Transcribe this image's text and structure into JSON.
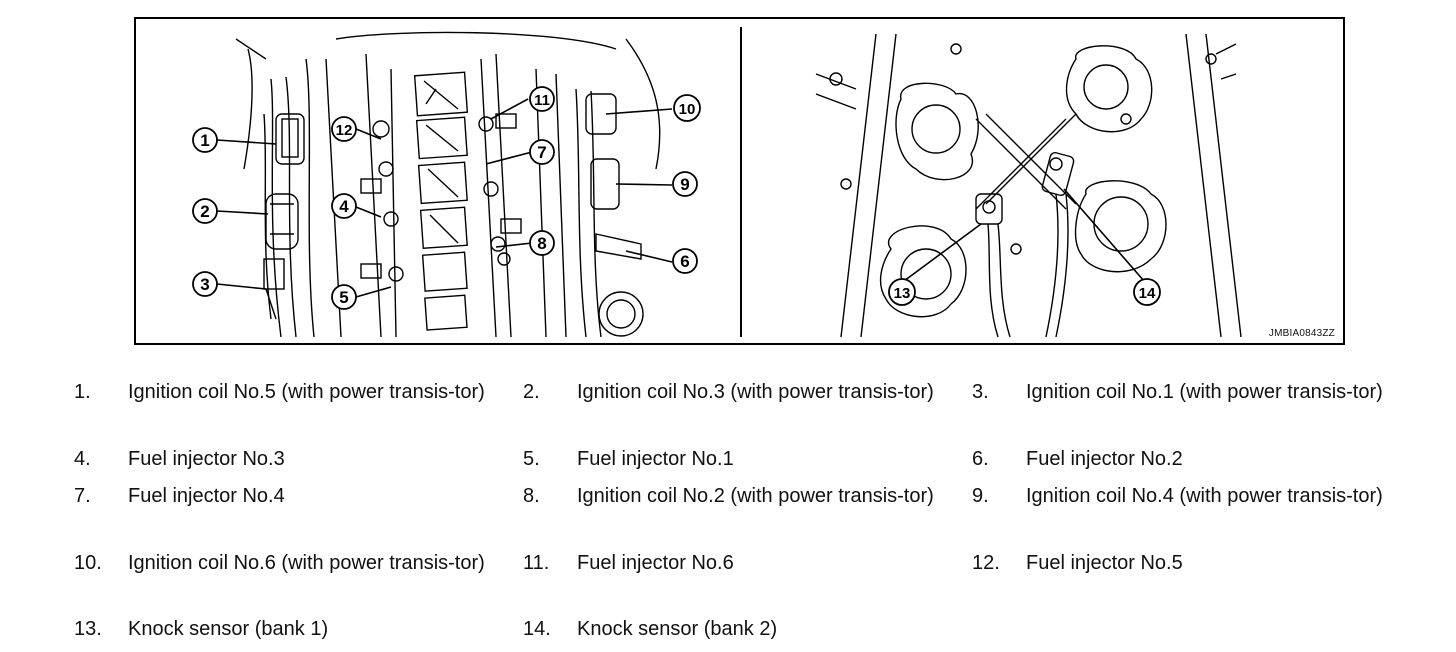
{
  "figure": {
    "id_label": "JMBIA0843ZZ",
    "callouts": [
      "1",
      "2",
      "3",
      "4",
      "5",
      "6",
      "7",
      "8",
      "9",
      "10",
      "11",
      "12",
      "13",
      "14"
    ]
  },
  "legend": [
    {
      "num": "1.",
      "text": "Ignition coil No.5 (with power transis-tor)"
    },
    {
      "num": "2.",
      "text": "Ignition coil No.3 (with power transis-tor)"
    },
    {
      "num": "3.",
      "text": "Ignition coil No.1 (with power transis-tor)"
    },
    {
      "num": "4.",
      "text": "Fuel injector No.3"
    },
    {
      "num": "5.",
      "text": "Fuel injector No.1"
    },
    {
      "num": "6.",
      "text": "Fuel injector No.2"
    },
    {
      "num": "7.",
      "text": "Fuel injector No.4"
    },
    {
      "num": "8.",
      "text": "Ignition coil No.2 (with power transis-tor)"
    },
    {
      "num": "9.",
      "text": "Ignition coil No.4 (with power transis-tor)"
    },
    {
      "num": "10.",
      "text": "Ignition coil No.6 (with power transis-tor)"
    },
    {
      "num": "11.",
      "text": "Fuel injector No.6"
    },
    {
      "num": "12.",
      "text": "Fuel injector No.5"
    },
    {
      "num": "13.",
      "text": "Knock sensor (bank 1)"
    },
    {
      "num": "14.",
      "text": "Knock sensor (bank 2)"
    }
  ]
}
